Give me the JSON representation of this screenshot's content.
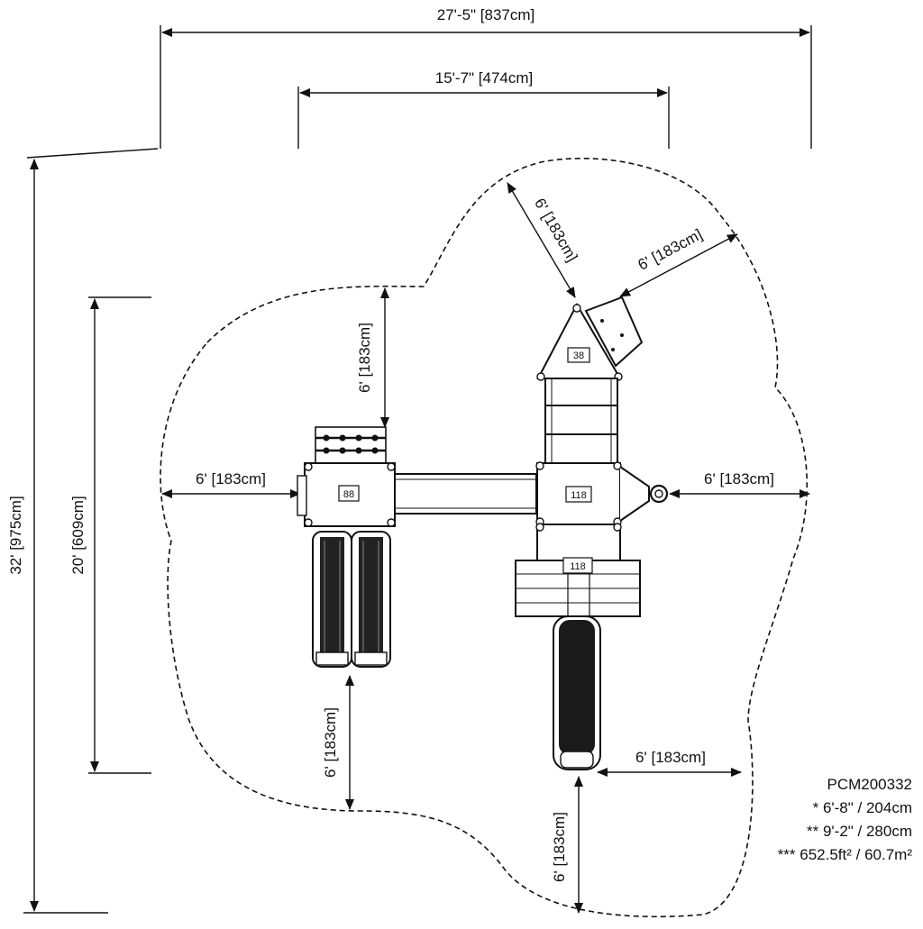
{
  "dimensions": {
    "overall_width": "27'-5\" [837cm]",
    "inner_width": "15'-7\" [474cm]",
    "overall_height": "32' [975cm]",
    "inner_height": "20' [609cm]",
    "clearance_left": "6' [183cm]",
    "clearance_right": "6' [183cm]",
    "clearance_top_left_deck": "6' [183cm]",
    "clearance_below_left_slides": "6' [183cm]",
    "clearance_below_tube_slide": "6' [183cm]",
    "clearance_right_of_tube": "6' [183cm]",
    "clearance_diag_up": "6' [183cm]",
    "clearance_diag_right": "6' [183cm]"
  },
  "deck_labels": {
    "left_deck": "88",
    "center_deck": "118",
    "bottom_deck": "118",
    "roof": "38"
  },
  "notes": {
    "model": "PCM200332",
    "line1": "* 6'-8\" / 204cm",
    "line2": "** 9'-2\" / 280cm",
    "line3": "*** 652.5ft² / 60.7m²"
  }
}
